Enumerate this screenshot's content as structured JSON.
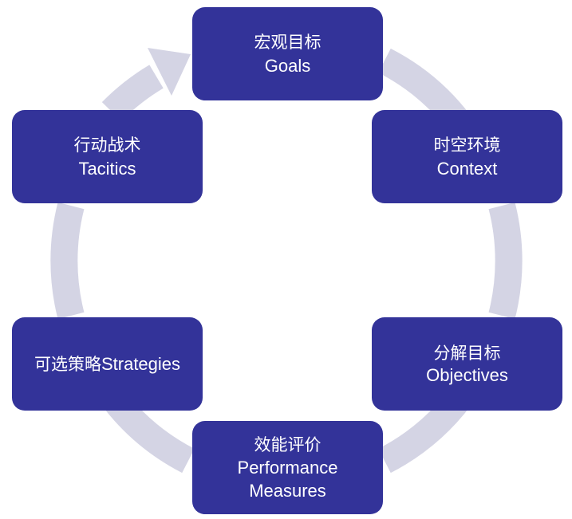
{
  "diagram": {
    "ring_color": "#d4d4e4",
    "node_color": "#333399",
    "text_color": "#ffffff",
    "nodes": [
      {
        "id": "goals",
        "zh": "宏观目标",
        "en": "Goals"
      },
      {
        "id": "context",
        "zh": "时空环境",
        "en": "Context"
      },
      {
        "id": "objectives",
        "zh": "分解目标",
        "en": "Objectives"
      },
      {
        "id": "measures",
        "zh": "效能评价",
        "en_line1": "Performance",
        "en_line2": "Measures"
      },
      {
        "id": "strategies",
        "zh": "可选策略",
        "en": "Strategies"
      },
      {
        "id": "tactics",
        "zh": "行动战术",
        "en": "Tacitics"
      }
    ]
  }
}
